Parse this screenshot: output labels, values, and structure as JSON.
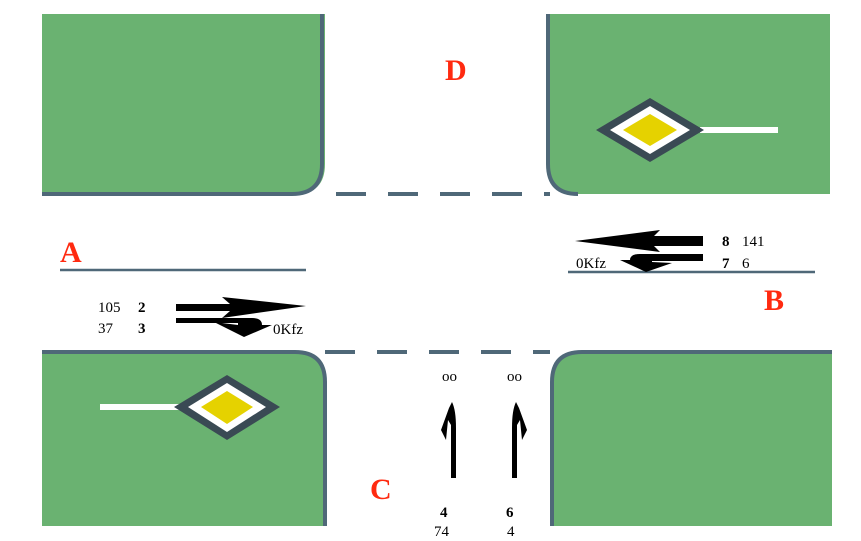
{
  "colors": {
    "grass": "#6ab271",
    "curb": "#4f6878",
    "label": "#ff2a10",
    "sign_border": "#3a4a54",
    "sign_fill": "#e5d200",
    "arrow": "#000000"
  },
  "icons": {
    "priority_sign": "priority-road-sign-icon"
  },
  "approaches": {
    "a": {
      "label": "A"
    },
    "b": {
      "label": "B"
    },
    "c": {
      "label": "C"
    },
    "d": {
      "label": "D"
    }
  },
  "movements": {
    "m2": {
      "stream": "2",
      "volume": "105"
    },
    "m3": {
      "stream": "3",
      "volume": "37",
      "volume_alt": "0Kfz"
    },
    "m8": {
      "stream": "8",
      "volume": "141"
    },
    "m7": {
      "stream": "7",
      "volume": "6",
      "volume_alt": "0Kfz"
    },
    "m4": {
      "stream": "4",
      "volume": "74",
      "marker": "oo"
    },
    "m6": {
      "stream": "6",
      "volume": "4",
      "marker": "oo"
    }
  }
}
